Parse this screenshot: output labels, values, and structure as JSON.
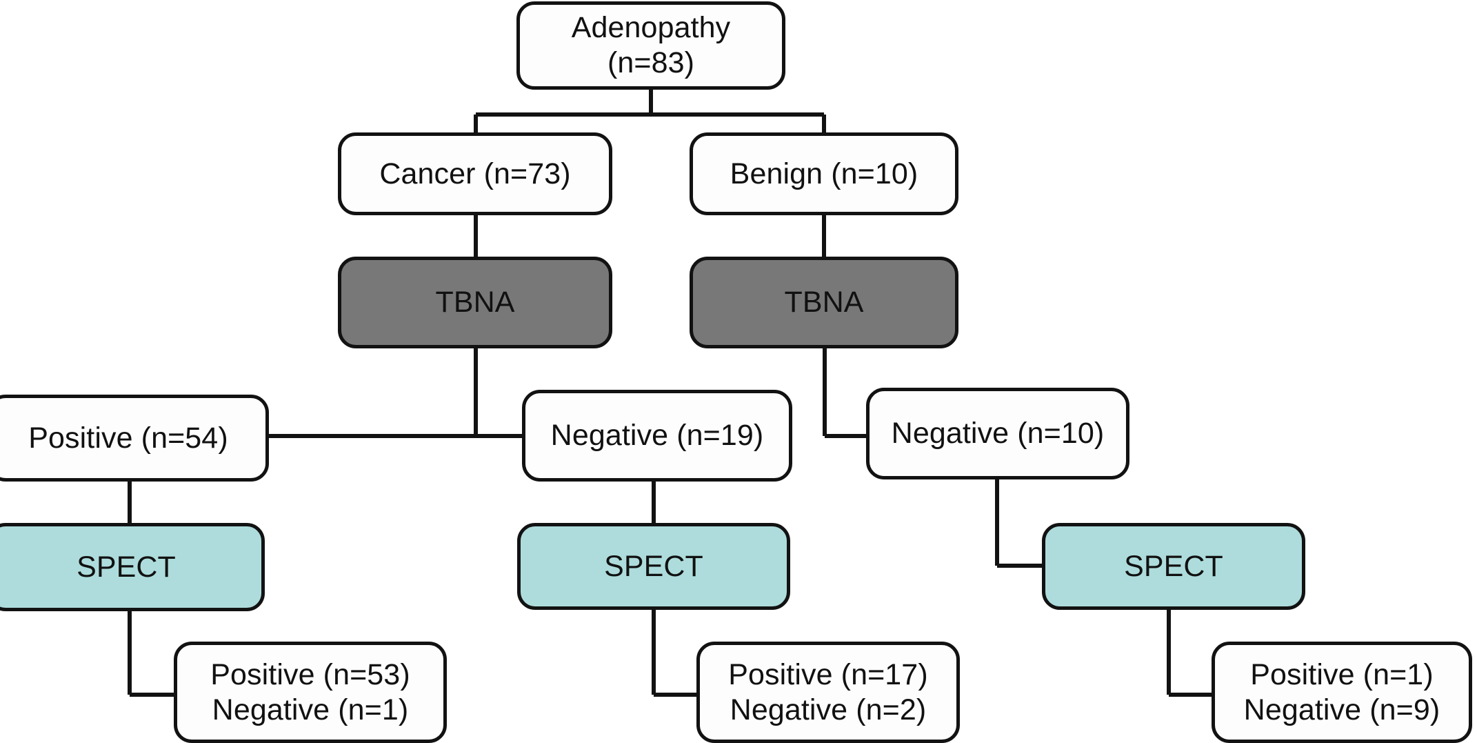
{
  "diagram": {
    "title": "Adenopathy diagnostic workup flowchart",
    "colors": {
      "stroke": "#121212",
      "node_fill": "#fdfdfd",
      "tbna_fill": "#787878",
      "spect_fill": "#AEDCDC",
      "text": "#111111",
      "background": "#ffffff"
    },
    "nodes": [
      {
        "id": "adenopathy",
        "label": "Adenopathy\n(n=83)",
        "kind": "cohort"
      },
      {
        "id": "cancer",
        "label": "Cancer (n=73)",
        "kind": "cohort"
      },
      {
        "id": "benign",
        "label": "Benign (n=10)",
        "kind": "cohort"
      },
      {
        "id": "tbna-left",
        "label": "TBNA",
        "kind": "procedure-tbna"
      },
      {
        "id": "tbna-right",
        "label": "TBNA",
        "kind": "procedure-tbna"
      },
      {
        "id": "pos-54",
        "label": "Positive (n=54)",
        "kind": "result"
      },
      {
        "id": "neg-19",
        "label": "Negative (n=19)",
        "kind": "result"
      },
      {
        "id": "neg-10",
        "label": "Negative (n=10)",
        "kind": "result"
      },
      {
        "id": "spect-left",
        "label": "SPECT",
        "kind": "procedure-spect"
      },
      {
        "id": "spect-mid",
        "label": "SPECT",
        "kind": "procedure-spect"
      },
      {
        "id": "spect-right",
        "label": "SPECT",
        "kind": "procedure-spect"
      },
      {
        "id": "out-left",
        "label": "Positive (n=53)\nNegative (n=1)",
        "kind": "outcome"
      },
      {
        "id": "out-mid",
        "label": "Positive (n=17)\nNegative (n=2)",
        "kind": "outcome"
      },
      {
        "id": "out-right",
        "label": "Positive (n=1)\nNegative (n=9)",
        "kind": "outcome"
      }
    ],
    "counts": {
      "adenopathy_total": 83,
      "cancer": 73,
      "benign": 10,
      "cancer_tbna_positive": 54,
      "cancer_tbna_negative": 19,
      "benign_tbna_negative": 10,
      "spect_left_positive": 53,
      "spect_left_negative": 1,
      "spect_mid_positive": 17,
      "spect_mid_negative": 2,
      "spect_right_positive": 1,
      "spect_right_negative": 9
    }
  }
}
